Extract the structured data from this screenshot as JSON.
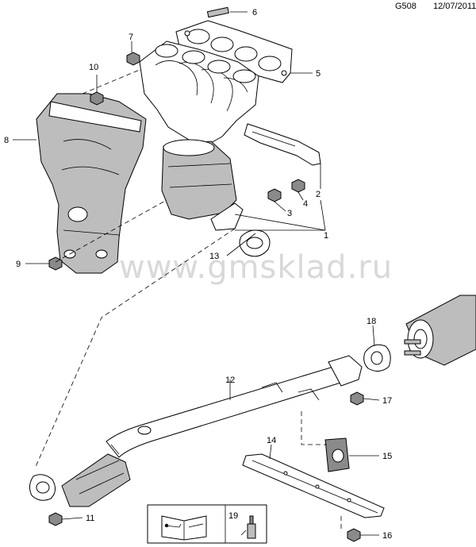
{
  "header": {
    "code": "G508",
    "date": "12/07/2011"
  },
  "watermark": "www.gmsklad.ru",
  "callouts": [
    "1",
    "2",
    "3",
    "4",
    "5",
    "6",
    "7",
    "8",
    "9",
    "10",
    "11",
    "12",
    "13",
    "14",
    "15",
    "16",
    "17",
    "18",
    "19"
  ],
  "legend": {
    "tool_icon": "manual-book-icon",
    "item": "19",
    "item_icon": "sealant-tube-icon"
  }
}
